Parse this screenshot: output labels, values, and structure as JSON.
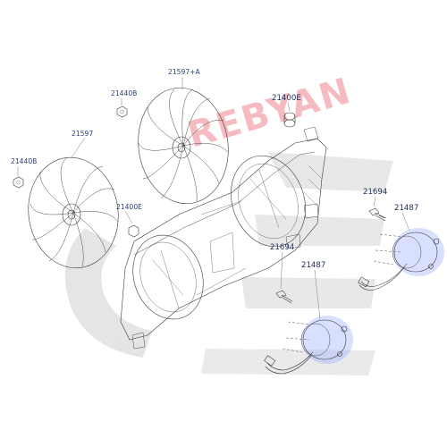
{
  "diagram": {
    "watermark_text": "REBYAN",
    "watermark_color": "#e4404f",
    "logo_color": "#c9c9c9",
    "highlight_color": "#8ea2ff",
    "part_fill": "#f6d4d4",
    "labels": {
      "fan_upper": "21597+A",
      "nut_upper": "21440B",
      "fan_lower": "21597",
      "nut_lower": "21440B",
      "shroud_bushing_top": "21400E",
      "shroud_bushing_mid": "21400E",
      "bolt_right": "21694",
      "motor_right": "21487",
      "bolt_left": "21694",
      "motor_left": "21487"
    }
  }
}
